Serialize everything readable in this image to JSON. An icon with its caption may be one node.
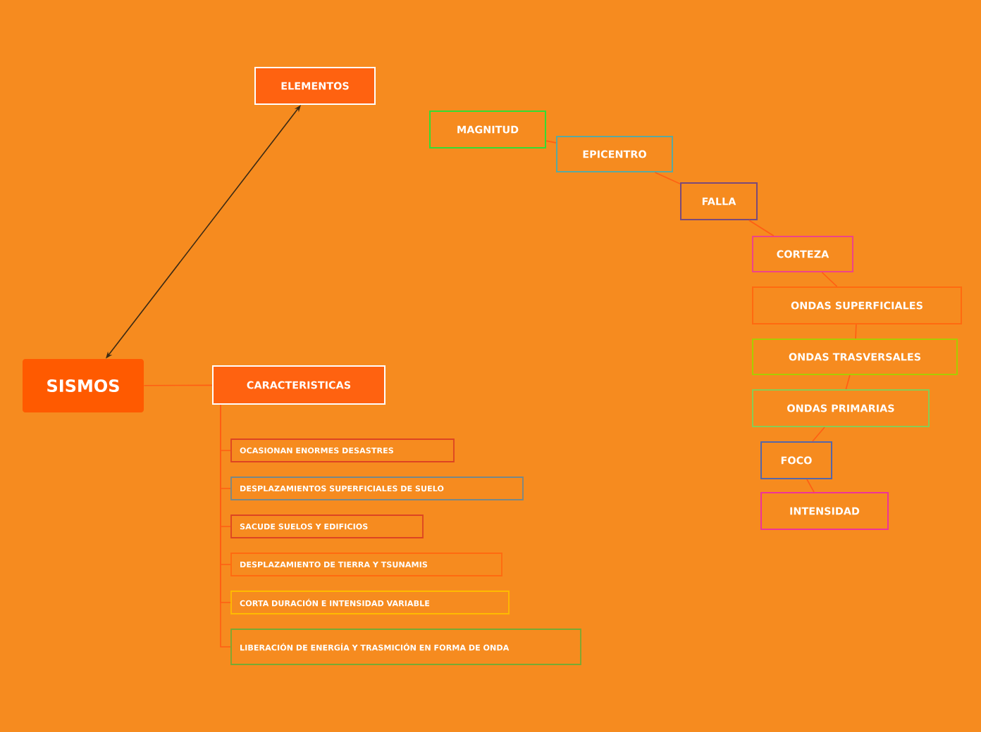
{
  "diagram": {
    "nodes": [
      {
        "text": [
          "SISMOS"
        ]
      },
      {
        "text": [
          "ELEMENTOS"
        ]
      },
      {
        "text": [
          "CARACTERISTICAS"
        ]
      },
      {
        "text": [
          "MAGNITUD"
        ]
      },
      {
        "text": [
          "EPICENTRO"
        ]
      },
      {
        "text": [
          "FALLA"
        ]
      },
      {
        "text": [
          "CORTEZA"
        ]
      },
      {
        "text": [
          "ONDAS SUPERFICIALES"
        ]
      },
      {
        "text": [
          "ONDAS TRASVERSALES"
        ]
      },
      {
        "text": [
          "ONDAS PRIMARIAS"
        ]
      },
      {
        "text": [
          "FOCO"
        ]
      },
      {
        "text": [
          "INTENSIDAD"
        ]
      },
      {
        "text": [
          "OCASIONAN ENORMES DESASTRES"
        ]
      },
      {
        "text": [
          "DESPLAZAMIENTOS SUPERFICIALES DE SUELO"
        ]
      },
      {
        "text": [
          "SACUDE SUELOS Y EDIFICIOS"
        ]
      },
      {
        "text": [
          "DESPLAZAMIENTO DE TIERRA Y TSUNAMIS"
        ]
      },
      {
        "text": [
          "CORTA DURACIÓN E INTENSIDAD VARIABLE"
        ]
      },
      {
        "text": [
          "LIBERACIÓN DE ENERGÍA Y TRASMICIÓN EN FORMA DE ONDA"
        ]
      }
    ],
    "edges": [
      {
        "from": 0,
        "to": 1,
        "arrow": "both",
        "color": "#3b2a14"
      },
      {
        "from": 0,
        "to": 2,
        "arrow": "none"
      },
      {
        "from": 2,
        "to": 12,
        "arrow": "none"
      },
      {
        "from": 2,
        "to": 13,
        "arrow": "none"
      },
      {
        "from": 2,
        "to": 14,
        "arrow": "none"
      },
      {
        "from": 2,
        "to": 15,
        "arrow": "none"
      },
      {
        "from": 2,
        "to": 16,
        "arrow": "none"
      },
      {
        "from": 2,
        "to": 17,
        "arrow": "none"
      },
      {
        "from": 3,
        "to": 4,
        "arrow": "none"
      },
      {
        "from": 4,
        "to": 5,
        "arrow": "none"
      },
      {
        "from": 5,
        "to": 6,
        "arrow": "none"
      },
      {
        "from": 6,
        "to": 7,
        "arrow": "none"
      },
      {
        "from": 7,
        "to": 8,
        "arrow": "none"
      },
      {
        "from": 8,
        "to": 9,
        "arrow": "none"
      },
      {
        "from": 9,
        "to": 10,
        "arrow": "none"
      },
      {
        "from": 10,
        "to": 11,
        "arrow": "none"
      }
    ]
  }
}
